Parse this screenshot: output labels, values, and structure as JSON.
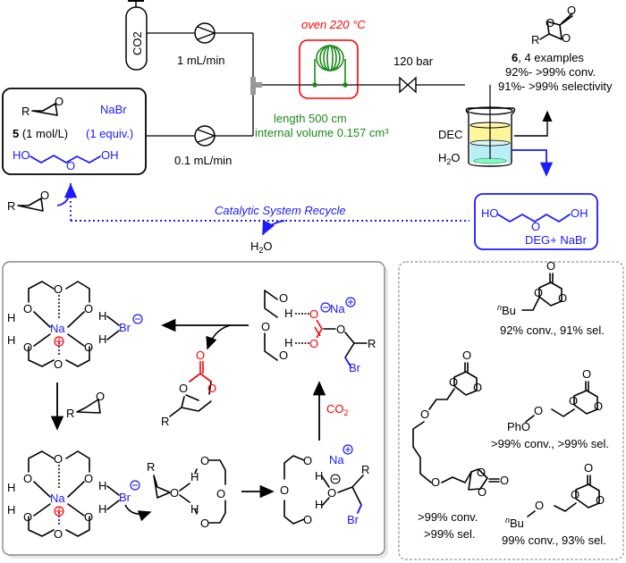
{
  "flow": {
    "co2_cylinder": "CO2",
    "co2_flow_rate": "1 mL/min",
    "feed_flow_rate": "0.1 mL/min",
    "oven_label": "oven 220 °C",
    "reactor_length": "length 500 cm",
    "reactor_volume": "internal volume 0.157 cm³",
    "pressure": "120 bar",
    "layer_top": "DEC",
    "layer_bottom": "H2O",
    "feed_box": {
      "substrate_label": "5 (1 mol/L)",
      "substrate_bold": "5",
      "substrate_rest": " (1 mol/L)",
      "salt": "NaBr",
      "salt_equiv": "(1 equiv.)",
      "solvent_HO": "HO",
      "solvent_O": "O",
      "solvent_OH": "OH"
    },
    "product": {
      "number": "6",
      "examples": ", 4 examples",
      "conversion": "92%- >99% conv.",
      "selectivity": "91%- >99% selectivity"
    },
    "recycle_label": "Catalytic System Recycle",
    "recycle_water": "H2O",
    "recycle_box": {
      "HO": "HO",
      "O": "O",
      "OH": "OH",
      "label": "DEG+ NaBr"
    },
    "epoxide_R": "R"
  },
  "mechanism": {
    "co2": "CO2",
    "atoms": {
      "Na": "Na",
      "Br": "Br",
      "O": "O",
      "H": "H",
      "R": "R"
    }
  },
  "examples": [
    {
      "substituent": "nBu",
      "result": "92% conv., 91% sel."
    },
    {
      "substituent": "PhO",
      "result": ">99% conv., >99% sel."
    },
    {
      "substituent": "bis-carbonate",
      "result_line1": ">99% conv.",
      "result_line2": ">99% sel."
    },
    {
      "substituent": "nBuO",
      "result": "99% conv., 93% sel."
    }
  ],
  "colors": {
    "blue": "#1a1aff",
    "red": "#ff0000",
    "green": "#1a8a1a",
    "dec_layer": "#fff59a",
    "water_layer": "#b8eef5"
  }
}
